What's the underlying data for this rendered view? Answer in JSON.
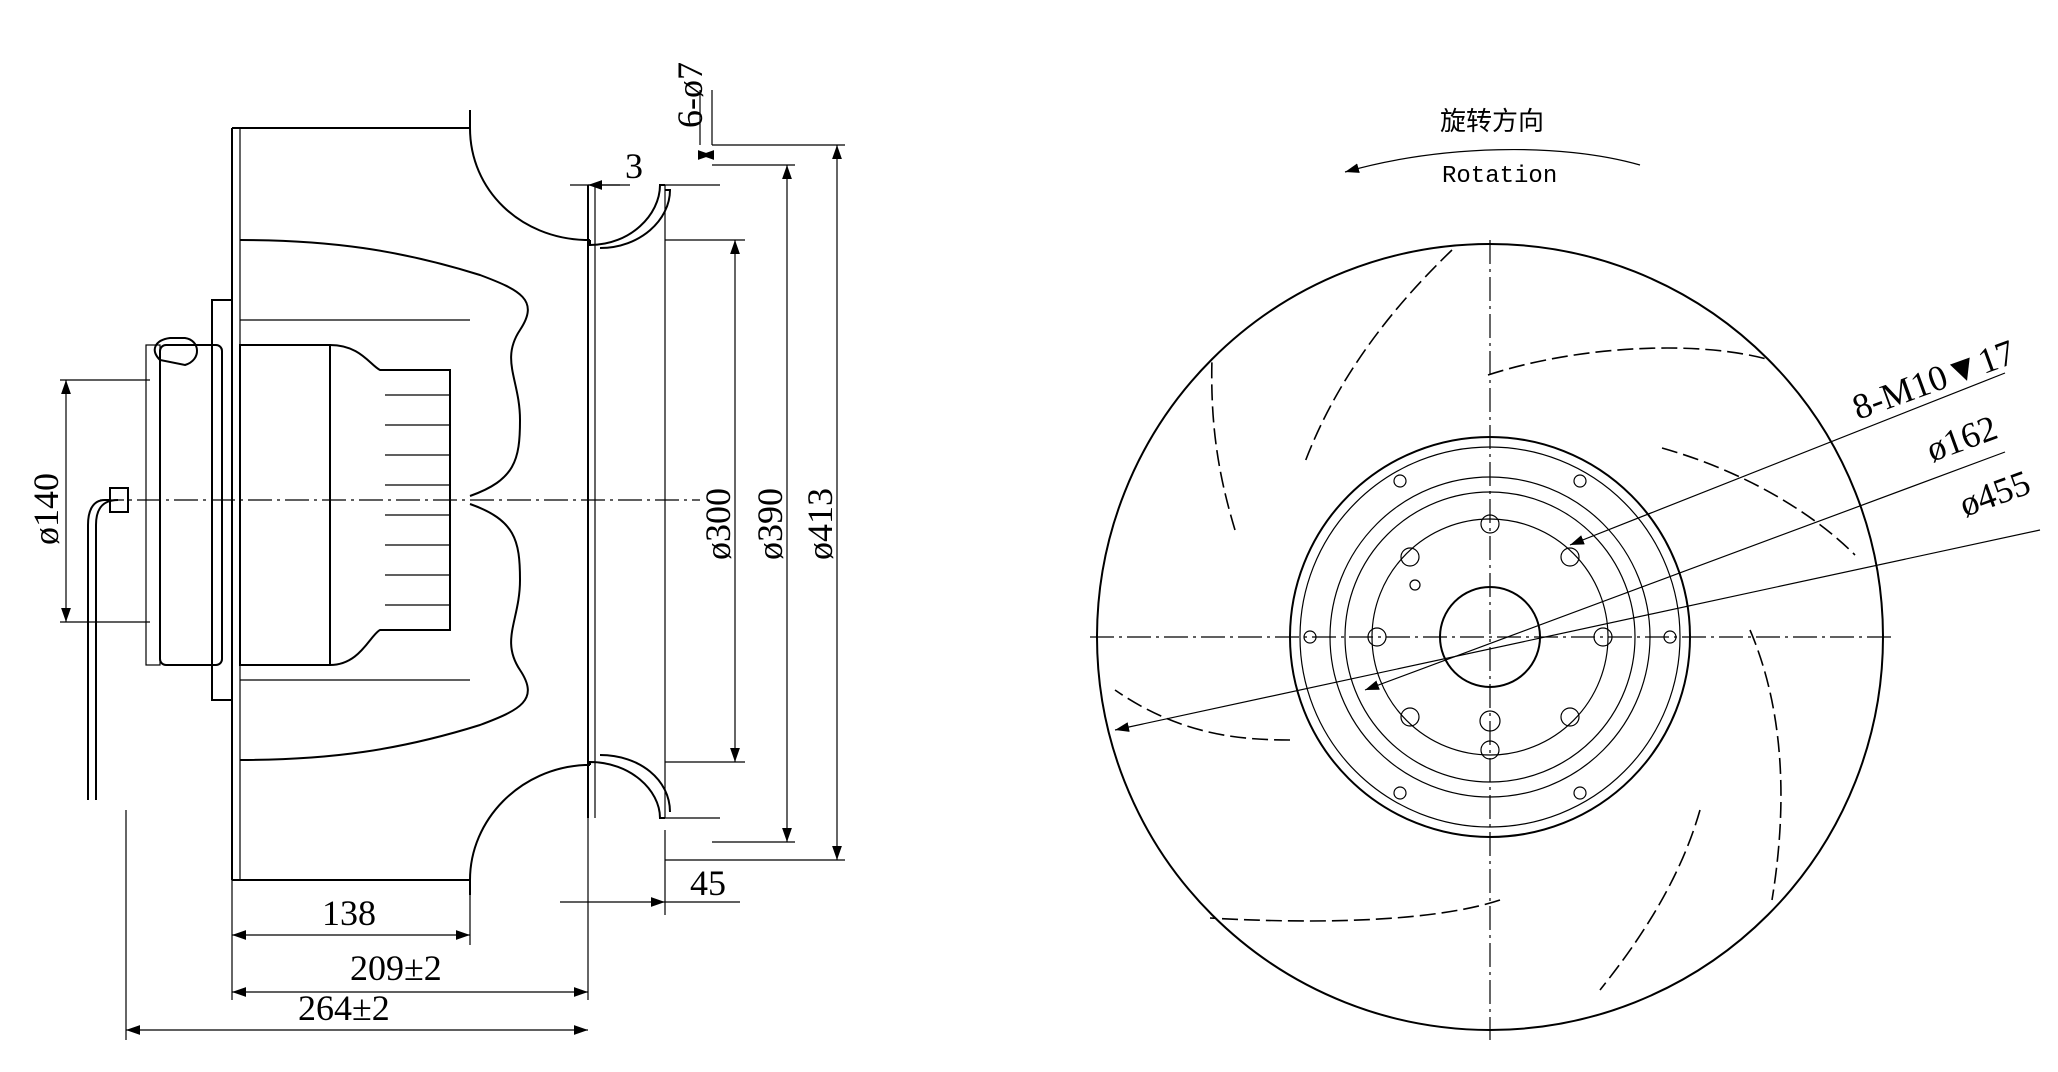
{
  "side_view": {
    "dims": {
      "d140": "ø140",
      "six_holes": "6-ø7",
      "t3": "3",
      "d300": "ø300",
      "d390": "ø390",
      "d413": "ø413",
      "w45": "45",
      "w138": "138",
      "w209": "209±2",
      "w264": "264±2"
    }
  },
  "front_view": {
    "rotation_cn": "旋转方向",
    "rotation_en": "Rotation",
    "dims": {
      "bolts": "8-M10",
      "bolt_depth_symbol": "▼",
      "bolt_depth": "17",
      "d162": "ø162",
      "d455": "ø455"
    }
  }
}
